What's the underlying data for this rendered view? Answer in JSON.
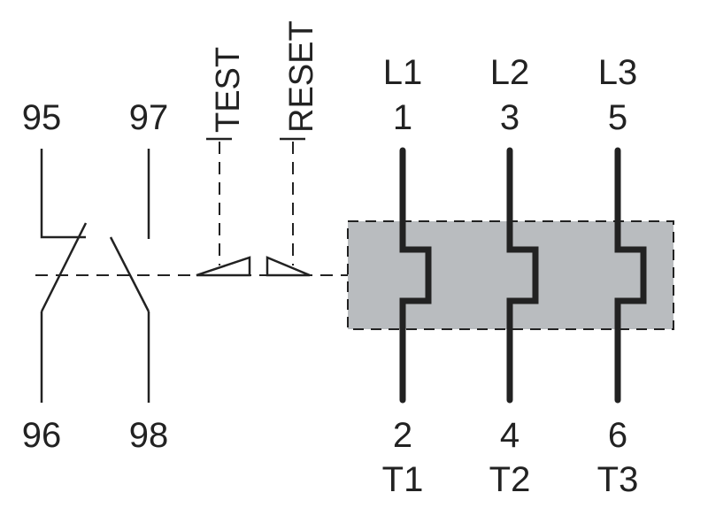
{
  "contacts": {
    "nc_top": "95",
    "nc_bottom": "96",
    "no_top": "97",
    "no_bottom": "98"
  },
  "buttons": {
    "test": "TEST",
    "reset": "RESET"
  },
  "poles": [
    {
      "line": "L1",
      "in": "1",
      "out": "2",
      "load": "T1"
    },
    {
      "line": "L2",
      "in": "3",
      "out": "4",
      "load": "T2"
    },
    {
      "line": "L3",
      "in": "5",
      "out": "6",
      "load": "T3"
    }
  ],
  "colors": {
    "ink": "#222222",
    "heater_zone": "#b9bcbf",
    "background": "#ffffff"
  }
}
